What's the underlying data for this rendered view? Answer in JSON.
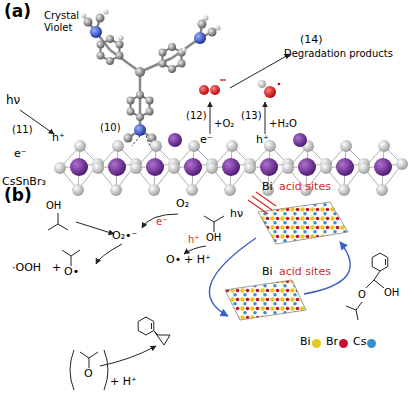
{
  "diagram": {
    "labels": [
      "(a)",
      "Crystal Violet",
      "(14)",
      "Degradation products",
      "(12)",
      "+O₂",
      "(13)",
      "+H₂O",
      "hν",
      "(11)",
      "(10)",
      "h⁺",
      "e⁻",
      "e⁻",
      "h⁺",
      "CsSnBr₃",
      "(b)",
      "Bi",
      "acid sites",
      "hν",
      "OH",
      "O₂",
      "O₂•⁻",
      "e⁻",
      "h⁺",
      "OH",
      "·OOH",
      "+",
      "O•",
      "O•",
      "+ H⁺",
      "Bi",
      "acid sites",
      "O",
      "+ H⁺",
      "O",
      "OH"
    ],
    "legend": [
      {
        "text": "Bi",
        "color": "#e8c81a"
      },
      {
        "text": "Br",
        "color": "#c8102e"
      },
      {
        "text": "Cs",
        "color": "#3a8fd0"
      }
    ]
  }
}
